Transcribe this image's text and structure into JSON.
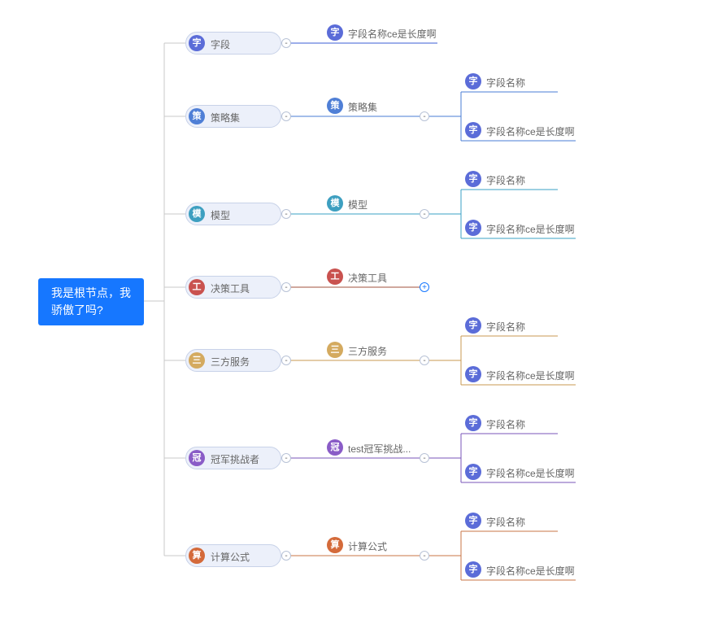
{
  "root": {
    "label": "我是根节点，我骄傲了吗?"
  },
  "branches": [
    {
      "key": "ziduan",
      "label": "字段",
      "icon": "字",
      "color": "#5b6cd8",
      "lineColor": "#3b5cd6",
      "collapsed": false,
      "toggle": "-",
      "subToggle": "",
      "child": {
        "label": "字段名称ce是长度啊",
        "icon": "字",
        "color": "#5b6cd8"
      },
      "leaves": []
    },
    {
      "key": "celue",
      "label": "策略集",
      "icon": "策",
      "color": "#4f7fd6",
      "lineColor": "#4a7ed4",
      "collapsed": false,
      "toggle": "-",
      "subToggle": "-",
      "child": {
        "label": "策略集",
        "icon": "策",
        "color": "#4f7fd6"
      },
      "leaves": [
        {
          "label": "字段名称",
          "icon": "字",
          "color": "#5b6cd8"
        },
        {
          "label": "字段名称ce是长度啊",
          "icon": "字",
          "color": "#5b6cd8"
        }
      ]
    },
    {
      "key": "moxing",
      "label": "模型",
      "icon": "模",
      "color": "#3d9fc0",
      "lineColor": "#3aa0c4",
      "collapsed": false,
      "toggle": "-",
      "subToggle": "-",
      "child": {
        "label": "模型",
        "icon": "模",
        "color": "#3d9fc0"
      },
      "leaves": [
        {
          "label": "字段名称",
          "icon": "字",
          "color": "#5b6cd8"
        },
        {
          "label": "字段名称ce是长度啊",
          "icon": "字",
          "color": "#5b6cd8"
        }
      ]
    },
    {
      "key": "juece",
      "label": "决策工具",
      "icon": "工",
      "color": "#c9524f",
      "lineColor": "#a0523c",
      "collapsed": true,
      "toggle": "-",
      "subToggle": "+",
      "child": {
        "label": "决策工具",
        "icon": "工",
        "color": "#c9524f"
      },
      "leaves": []
    },
    {
      "key": "sanfang",
      "label": "三方服务",
      "icon": "三",
      "color": "#d4aa5f",
      "lineColor": "#c89a50",
      "collapsed": false,
      "toggle": "-",
      "subToggle": "-",
      "child": {
        "label": "三方服务",
        "icon": "三",
        "color": "#d4aa5f"
      },
      "leaves": [
        {
          "label": "字段名称",
          "icon": "字",
          "color": "#5b6cd8"
        },
        {
          "label": "字段名称ce是长度啊",
          "icon": "字",
          "color": "#5b6cd8"
        }
      ]
    },
    {
      "key": "guanjun",
      "label": "冠军挑战者",
      "icon": "冠",
      "color": "#8a5cc7",
      "lineColor": "#7a55b8",
      "collapsed": false,
      "toggle": "-",
      "subToggle": "-",
      "child": {
        "label": "test冠军挑战...",
        "icon": "冠",
        "color": "#8a5cc7"
      },
      "leaves": [
        {
          "label": "字段名称",
          "icon": "字",
          "color": "#5b6cd8"
        },
        {
          "label": "字段名称ce是长度啊",
          "icon": "字",
          "color": "#5b6cd8"
        }
      ]
    },
    {
      "key": "jisuan",
      "label": "计算公式",
      "icon": "算",
      "color": "#d46a3a",
      "lineColor": "#c87446",
      "collapsed": false,
      "toggle": "-",
      "subToggle": "-",
      "child": {
        "label": "计算公式",
        "icon": "算",
        "color": "#d46a3a"
      },
      "leaves": [
        {
          "label": "字段名称",
          "icon": "字",
          "color": "#5b6cd8"
        },
        {
          "label": "字段名称ce是长度啊",
          "icon": "字",
          "color": "#5b6cd8"
        }
      ]
    }
  ]
}
